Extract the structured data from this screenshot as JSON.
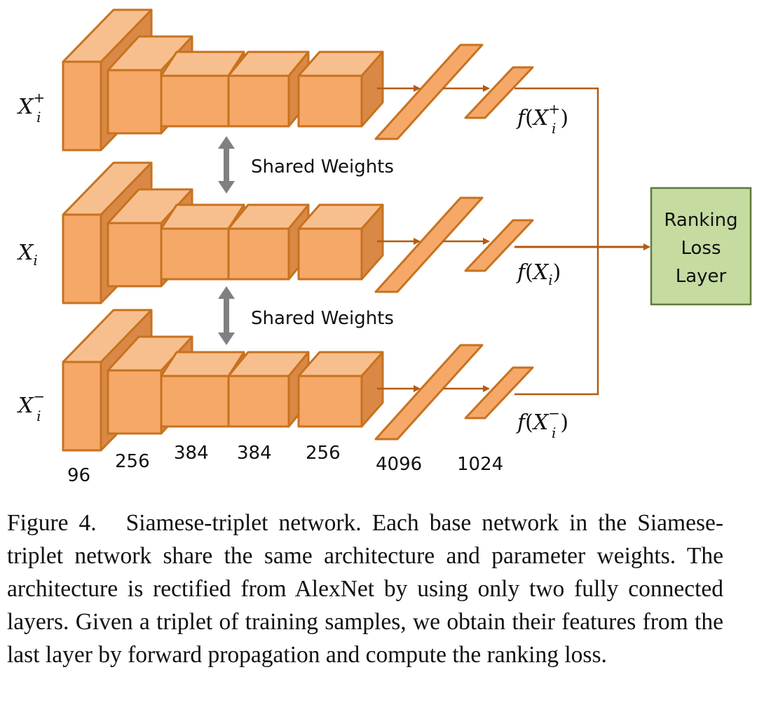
{
  "rows": [
    {
      "input_base": "X",
      "input_sub": "i",
      "input_sup": "+",
      "output_func": "f",
      "output_arg": "X",
      "output_sub": "i",
      "output_sup": "+"
    },
    {
      "input_base": "X",
      "input_sub": "i",
      "input_sup": "",
      "output_func": "f",
      "output_arg": "X",
      "output_sub": "i",
      "output_sup": ""
    },
    {
      "input_base": "X",
      "input_sub": "i",
      "input_sup": "−",
      "output_func": "f",
      "output_arg": "X",
      "output_sub": "i",
      "output_sup": "−"
    }
  ],
  "shared_weights_label": "Shared Weights",
  "layer_sizes": [
    "96",
    "256",
    "384",
    "384",
    "256",
    "4096",
    "1024"
  ],
  "ranking_box": {
    "lines": [
      "Ranking",
      "Loss",
      "Layer"
    ],
    "fill": "#c5dba0",
    "stroke": "#5f7a3a"
  },
  "colors": {
    "layer_front": "#f5a868",
    "layer_top": "#f8bf8e",
    "layer_side": "#d98945",
    "connector": "#b35a12",
    "shared_arrow": "#808080"
  },
  "caption": {
    "label": "Figure 4.",
    "text": "Siamese-triplet network. Each base network in the Siamese-triplet network share the same architecture and parameter weights. The architecture is rectified from AlexNet by using only two fully connected layers. Given a triplet of training samples, we obtain their features from the last layer by forward propagation and compute the ranking loss."
  }
}
